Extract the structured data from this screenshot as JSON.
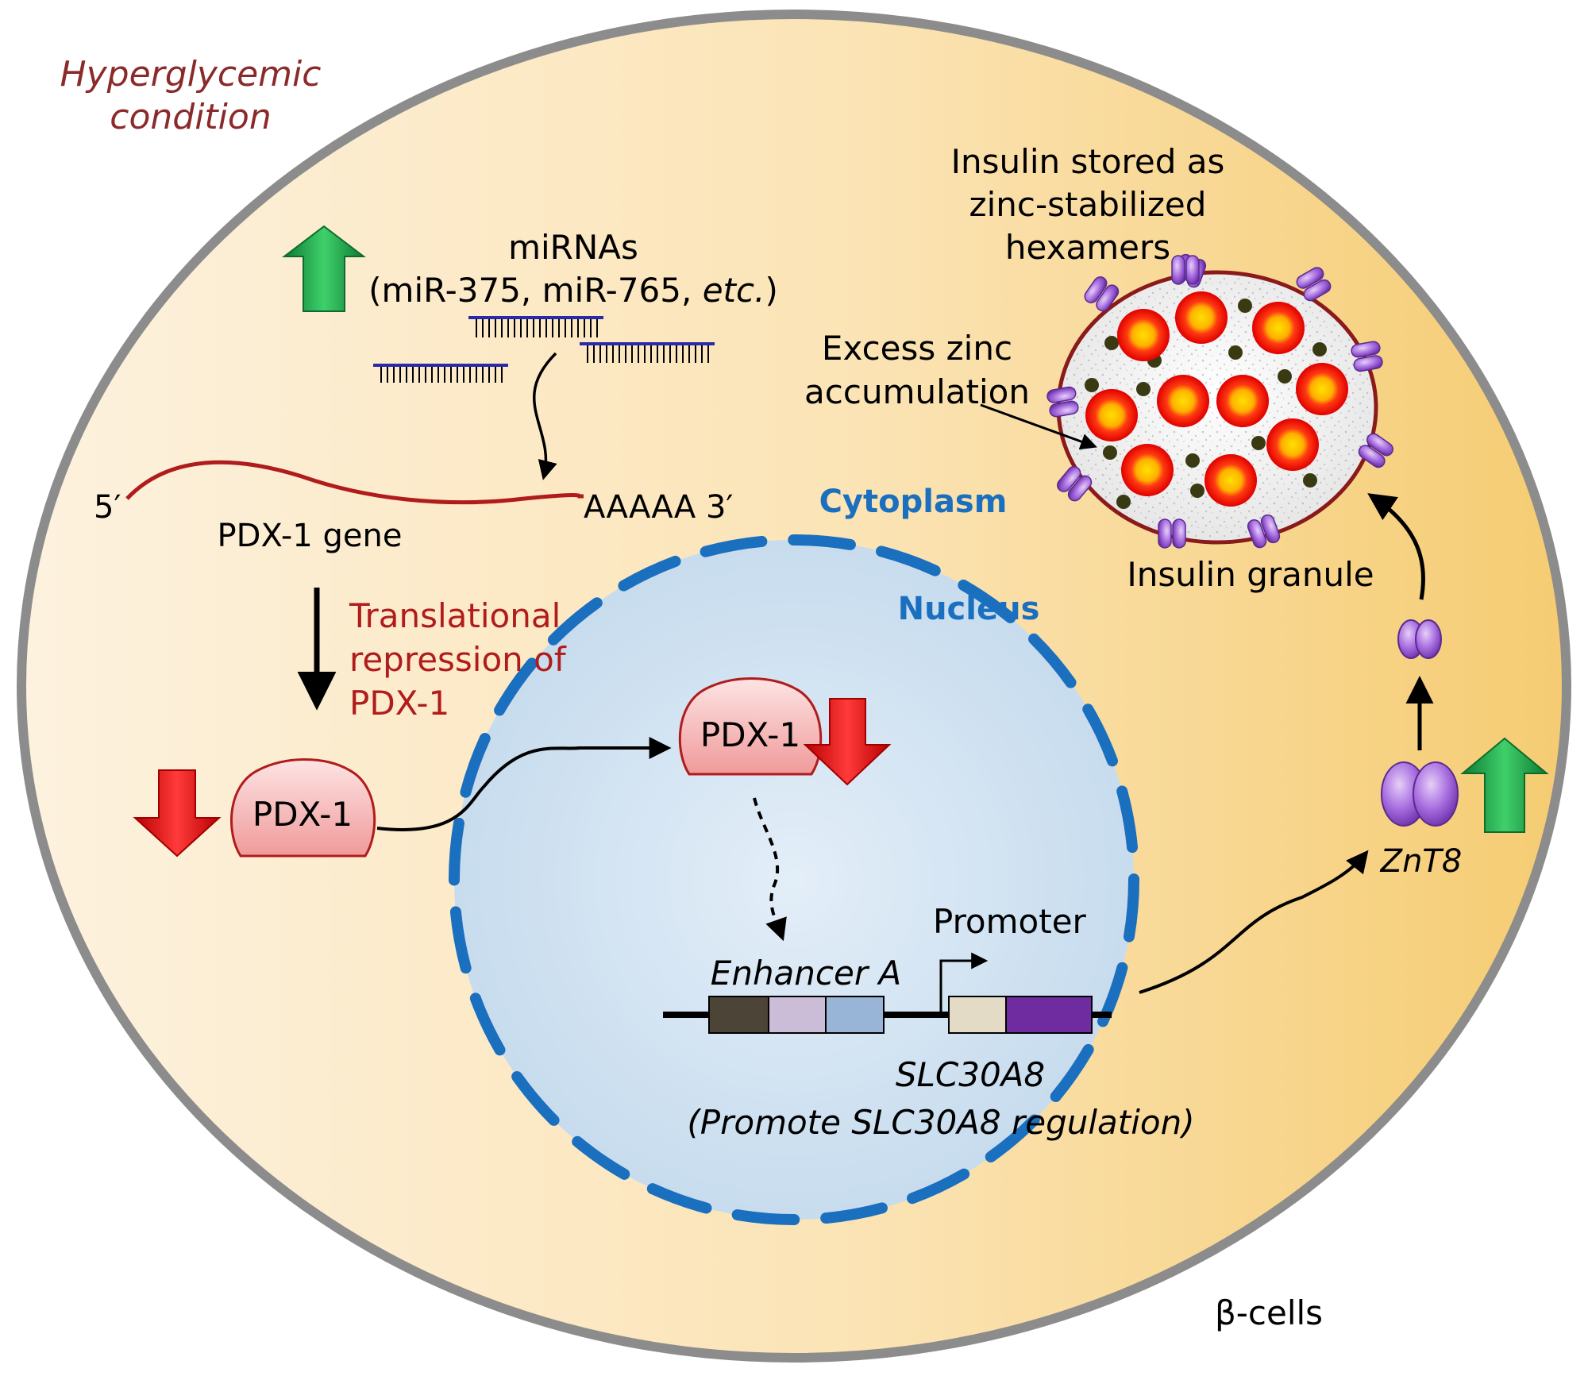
{
  "condition": {
    "line1": "Hyperglycemic",
    "line2": "condition"
  },
  "cell_label": "β-cells",
  "compartments": {
    "cytoplasm": "Cytoplasm",
    "nucleus": "Nucleus"
  },
  "mirnas": {
    "title": "miRNAs",
    "list_prefix": "(miR-375, miR-765, ",
    "list_etc": "etc.",
    "list_suffix": ")",
    "trend": "up"
  },
  "mrna": {
    "five_prime": "5′",
    "three_prime": "AAAAA 3′",
    "gene_label": "PDX-1 gene"
  },
  "repression": {
    "line1": "Translational",
    "line2": "repression of",
    "line3": "PDX-1"
  },
  "pdx1_cytoplasm": {
    "label": "PDX-1",
    "trend": "down"
  },
  "pdx1_nucleus": {
    "label": "PDX-1",
    "trend": "down"
  },
  "gene_locus": {
    "enhancer_label": "Enhancer A",
    "promoter_label": "Promoter",
    "gene_label": "SLC30A8",
    "note": "(Promote SLC30A8 regulation)"
  },
  "znt8": {
    "label": "ZnT8",
    "trend": "up"
  },
  "granule": {
    "stored_line1": "Insulin stored as",
    "stored_line2": "zinc-stabilized",
    "stored_line3": "hexamers",
    "zinc_line1": "Excess zinc",
    "zinc_line2": "accumulation",
    "granule_label": "Insulin granule"
  },
  "colors": {
    "red_label": "#b01c1c",
    "condition_label": "#8b2a2a",
    "compartment_blue": "#1a6fbf",
    "up_arrow": "#1fa34a",
    "down_arrow": "#e31a1a",
    "znt8": "#8a4fc0"
  }
}
